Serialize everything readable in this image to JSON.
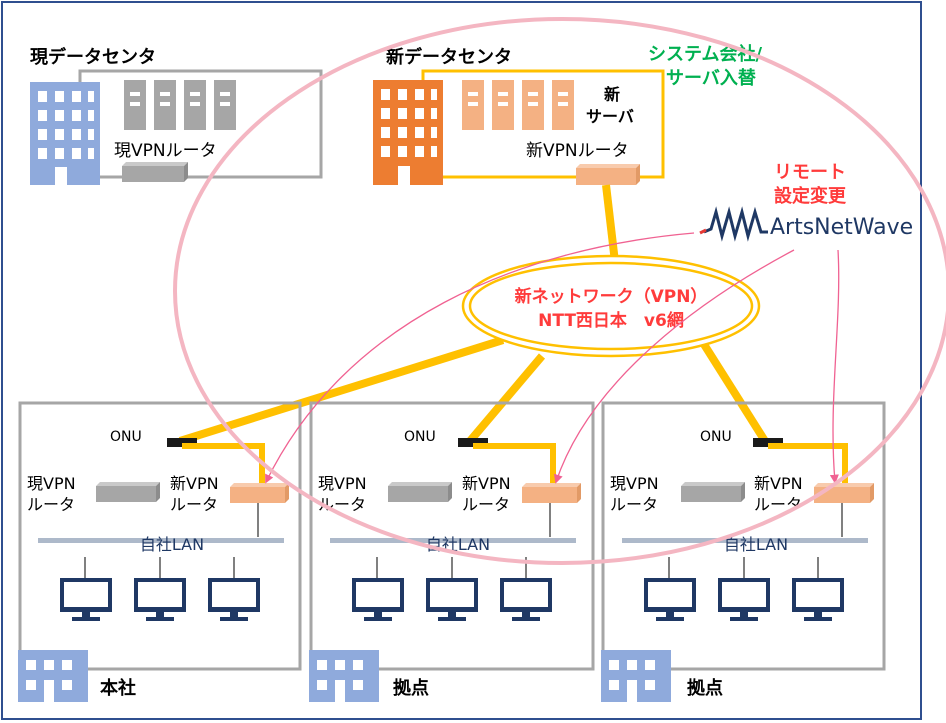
{
  "dc": {
    "current_name": "現データセンタ",
    "current_router": "現VPNルータ",
    "new_name": "新データセンタ",
    "new_server_line1": "新",
    "new_server_line2": "サーバ",
    "new_router": "新VPNルータ",
    "vendor_line1": "システム会社/",
    "vendor_line2": "サーバ入替"
  },
  "remote": {
    "line1": "リモート",
    "line2": "設定変更",
    "logo_text": "ArtsNetWave"
  },
  "network": {
    "line1": "新ネットワーク（VPN）",
    "line2": "NTT西日本　v6網"
  },
  "sites": [
    {
      "name": "本社",
      "onu": "ONU",
      "old_router_1": "現VPN",
      "old_router_2": "ルータ",
      "new_router_1": "新VPN",
      "new_router_2": "ルータ",
      "lan": "自社LAN"
    },
    {
      "name": "拠点",
      "onu": "ONU",
      "old_router_1": "現VPN",
      "old_router_2": "ルータ",
      "new_router_1": "新VPN",
      "new_router_2": "ルータ",
      "lan": "自社LAN"
    },
    {
      "name": "拠点",
      "onu": "ONU",
      "old_router_1": "現VPN",
      "old_router_2": "ルータ",
      "new_router_1": "新VPN",
      "new_router_2": "ルータ",
      "lan": "自社LAN"
    }
  ],
  "colors": {
    "frame": "#2f4f8f",
    "gray_box": "#a6a6a6",
    "gold": "#ffc000",
    "orange_building": "#ed7d31",
    "blue_building": "#8faadc",
    "salmon": "#f4b183",
    "green_text": "#00b050",
    "red_text": "#ff3b3b",
    "pink_ellipse": "#f4b6c2",
    "pink_arrow": "#f06292",
    "monitor": "#1f3864",
    "lan_bar": "#adb9ca"
  }
}
